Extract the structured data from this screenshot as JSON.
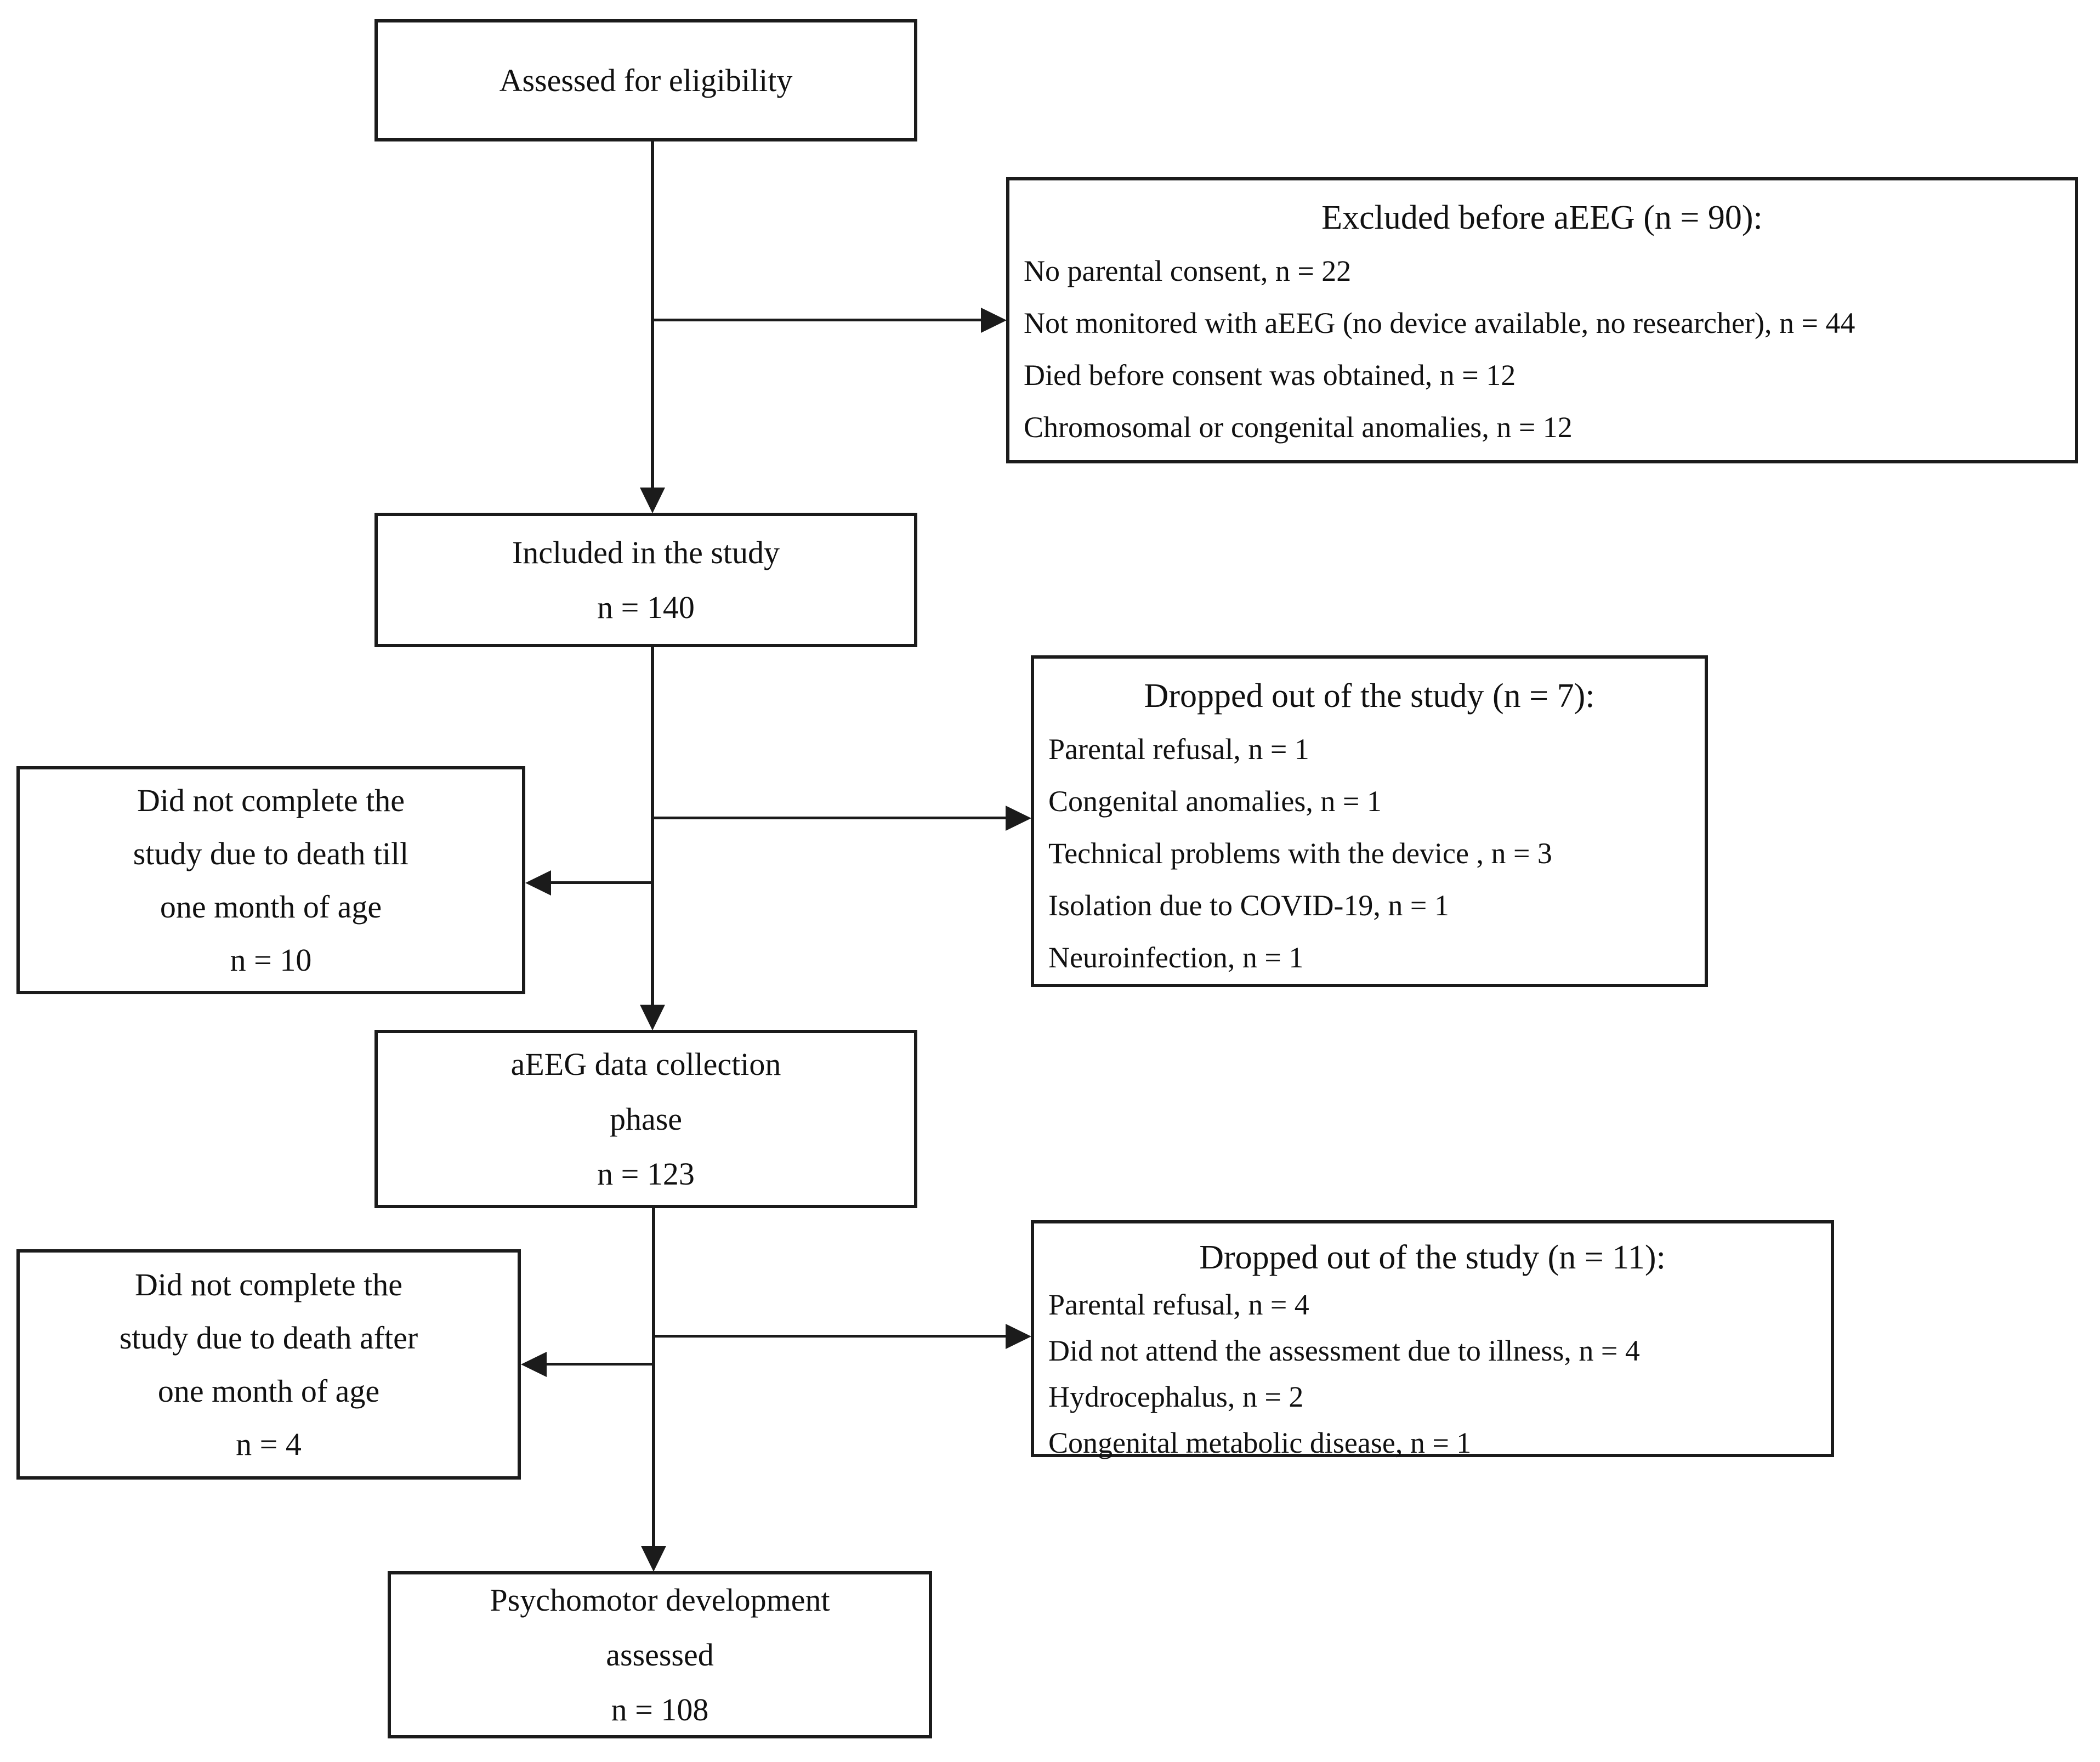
{
  "figure": {
    "type": "study-flow-diagram",
    "colors": {
      "background": "#ffffff",
      "line": "#1b1b1b",
      "text": "#111111"
    },
    "boxes": {
      "assessed": {
        "lines": [
          "Assessed for eligibility"
        ]
      },
      "excluded_before_aeeg": {
        "title": "Excluded before aEEG (n = 90):",
        "items": [
          "No parental consent, n = 22",
          "Not monitored with aEEG (no device available, no researcher), n = 44",
          "Died before consent was obtained, n = 12",
          "Chromosomal or congenital anomalies, n = 12"
        ]
      },
      "included": {
        "lines": [
          "Included in the study",
          "n = 140"
        ]
      },
      "dropped_out_1": {
        "title": "Dropped out of the study (n = 7):",
        "items": [
          "Parental refusal, n = 1",
          "Congenital anomalies, n = 1",
          "Technical problems with the device , n = 3",
          "Isolation due to COVID-19, n = 1",
          "Neuroinfection, n = 1"
        ]
      },
      "death_before_one_month": {
        "lines": [
          "Did not complete the",
          "study due to death till",
          "one month of age",
          "n = 10"
        ]
      },
      "aeeg_phase": {
        "lines": [
          "aEEG data collection",
          "phase",
          "n = 123"
        ]
      },
      "dropped_out_2": {
        "title": "Dropped out of the study (n = 11):",
        "items": [
          "Parental refusal, n = 4",
          "Did not attend the assessment due to illness, n = 4",
          "Hydrocephalus, n = 2",
          "Congenital metabolic disease, n = 1"
        ]
      },
      "death_after_one_month": {
        "lines": [
          "Did not complete the",
          "study due to death after",
          "one month of age",
          "n = 4"
        ]
      },
      "psychomotor": {
        "lines": [
          "Psychomotor development",
          "assessed",
          "n = 108"
        ]
      }
    }
  }
}
